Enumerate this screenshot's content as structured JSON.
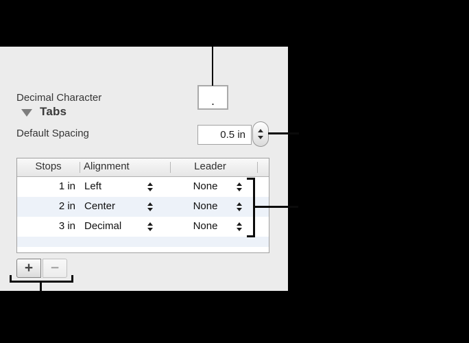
{
  "panel": {
    "section": {
      "title": "Tabs"
    },
    "decimal_character": {
      "label": "Decimal Character",
      "value": "."
    },
    "default_spacing": {
      "label": "Default Spacing",
      "value": "0.5 in"
    },
    "table": {
      "columns": [
        "Stops",
        "Alignment",
        "Leader"
      ],
      "rows": [
        {
          "stops": "1 in",
          "alignment": "Left",
          "leader": "None"
        },
        {
          "stops": "2 in",
          "alignment": "Center",
          "leader": "None"
        },
        {
          "stops": "3 in",
          "alignment": "Decimal",
          "leader": "None"
        }
      ]
    },
    "actions": {
      "add_label": "+",
      "remove_label": "−"
    }
  },
  "icons": {
    "disclosure_triangle": "▼",
    "stepper_up": "▲",
    "stepper_down": "▼"
  },
  "colors": {
    "background": "#000000",
    "panel_bg": "#ececec",
    "row_alternate": "#edf2f9",
    "text_primary": "#353535",
    "annotation_line": "#0a0a0a"
  }
}
